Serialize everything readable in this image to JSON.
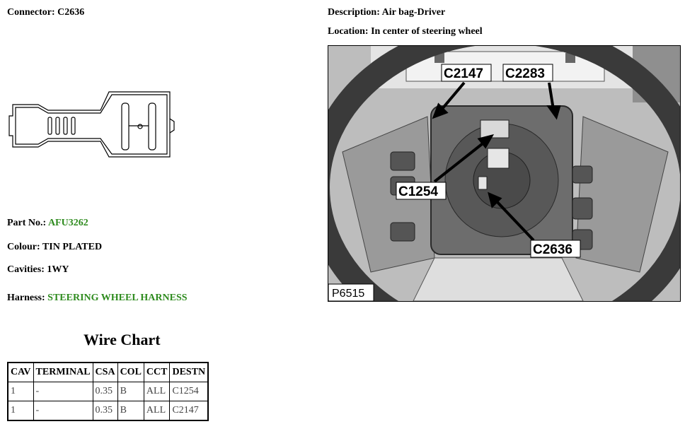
{
  "connector": {
    "label": "Connector:",
    "value": "C2636"
  },
  "description": {
    "label": "Description:",
    "value": "Air bag-Driver"
  },
  "location": {
    "label": "Location:",
    "value": "In center of steering wheel"
  },
  "part": {
    "label": "Part No.:",
    "value": "AFU3262",
    "value_color": "#2e8b1e"
  },
  "colour": {
    "label": "Colour:",
    "value": "TIN PLATED"
  },
  "cavities": {
    "label": "Cavities:",
    "value": "1WY"
  },
  "harness": {
    "label": "Harness:",
    "value": "STEERING WHEEL HARNESS",
    "value_color": "#2e8b1e"
  },
  "photo": {
    "callouts": {
      "c2147": "C2147",
      "c2283": "C2283",
      "c1254": "C1254",
      "c2636": "C2636"
    },
    "code": "P6515"
  },
  "wire_chart": {
    "title": "Wire Chart",
    "headers": [
      "CAV",
      "TERMINAL",
      "CSA",
      "COL",
      "CCT",
      "DESTN"
    ],
    "rows": [
      [
        "1",
        "-",
        "0.35",
        "B",
        "ALL",
        "C1254"
      ],
      [
        "1",
        "-",
        "0.35",
        "B",
        "ALL",
        "C2147"
      ]
    ]
  }
}
